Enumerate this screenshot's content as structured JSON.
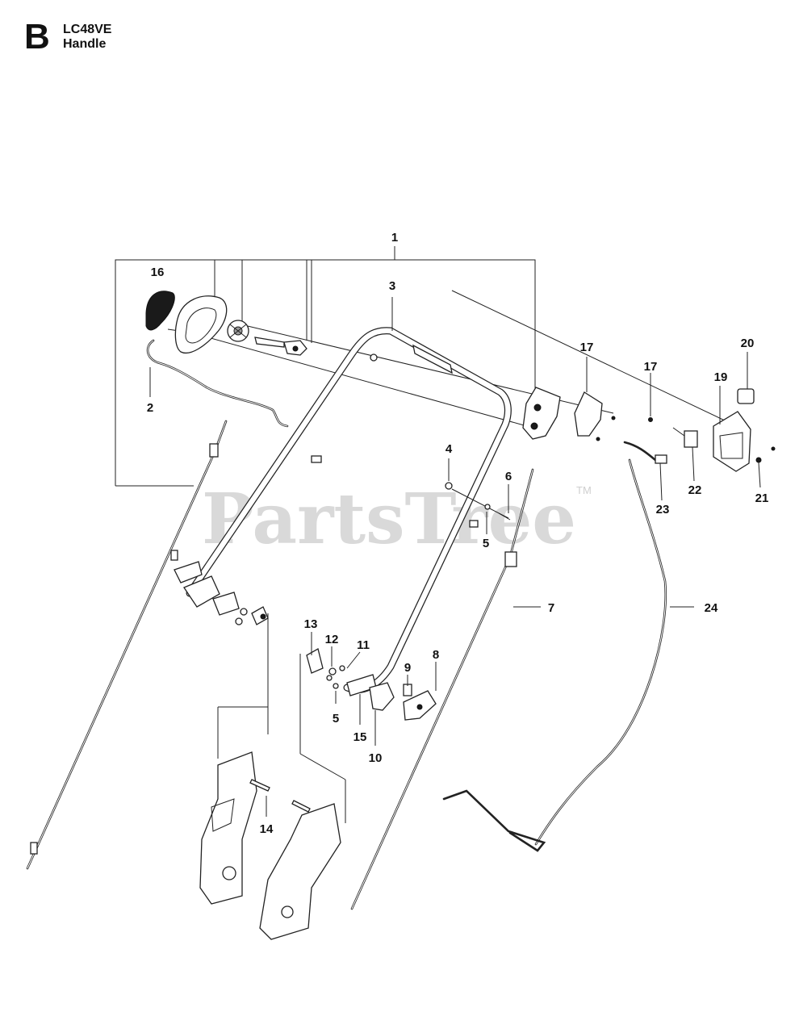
{
  "header": {
    "section_letter": "B",
    "model": "LC48VE",
    "title": "Handle"
  },
  "watermark": {
    "text": "PartsTree",
    "trademark": "TM"
  },
  "callouts": {
    "c1": "1",
    "c2": "2",
    "c3": "3",
    "c4": "4",
    "c5a": "5",
    "c5b": "5",
    "c6": "6",
    "c7": "7",
    "c8": "8",
    "c9": "9",
    "c10": "10",
    "c11": "11",
    "c12": "12",
    "c13": "13",
    "c14": "14",
    "c15": "15",
    "c16": "16",
    "c17a": "17",
    "c17b": "17",
    "c19": "19",
    "c20": "20",
    "c21": "21",
    "c22": "22",
    "c23": "23",
    "c24": "24"
  }
}
